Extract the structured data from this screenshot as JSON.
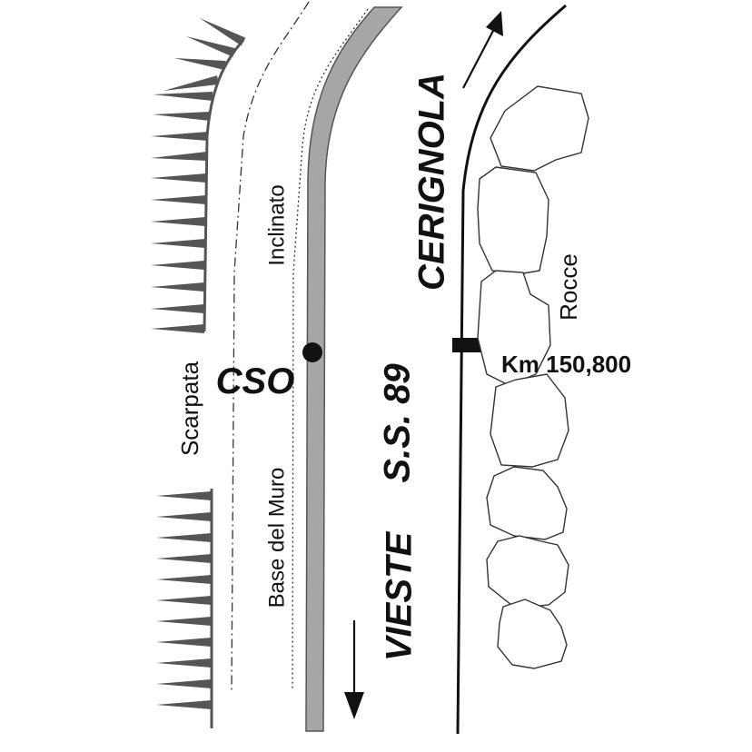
{
  "labels": {
    "cerignola": "CERIGNOLA",
    "ss89": "S.S. 89",
    "vieste": "VIESTE",
    "cso": "CSO",
    "km": "Km 150,800",
    "rocce": "Rocce",
    "inclinato": "Inclinato",
    "base_del_muro": "Base del Muro",
    "scarpata": "Scarpata"
  },
  "colors": {
    "ink": "#111111",
    "wall_fill": "#a6a6a6",
    "wall_stroke": "#555555",
    "escarpment": "#555555",
    "rock_stroke": "#333333"
  }
}
